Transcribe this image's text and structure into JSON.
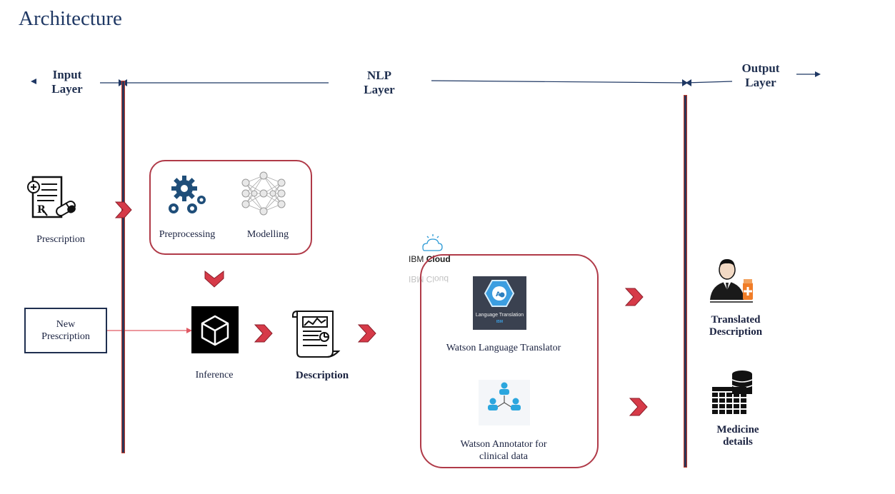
{
  "title": "Architecture",
  "layers": {
    "input": {
      "line1": "Input",
      "line2": "Layer"
    },
    "nlp": {
      "line1": "NLP",
      "line2": "Layer"
    },
    "output": {
      "line1": "Output",
      "line2": "Layer"
    }
  },
  "input": {
    "prescription_label": "Prescription",
    "new_prescription_line1": "New",
    "new_prescription_line2": "Prescription"
  },
  "nlp": {
    "preprocessing_label": "Preprocessing",
    "modelling_label": "Modelling",
    "inference_label": "Inference",
    "description_label": "Description"
  },
  "ibm": {
    "cloud_logo_prefix": "IBM",
    "cloud_logo_suffix": "Cloud",
    "cloud_logo_mirror": "IBM Cloud",
    "tile_caption": "Language Translation",
    "tile_brand": "IBM",
    "translator_label": "Watson Language Translator",
    "annotator_line1": "Watson Annotator for",
    "annotator_line2": "clinical data"
  },
  "output": {
    "translated_line1": "Translated",
    "translated_line2": "Description",
    "medicine_line1": "Medicine",
    "medicine_line2": "details"
  },
  "colors": {
    "navy": "#1f3864",
    "accent_red": "#d63a48",
    "box_border": "#b03a48",
    "gear_blue": "#1f4e79",
    "ibm_blue": "#2c9ad6"
  }
}
